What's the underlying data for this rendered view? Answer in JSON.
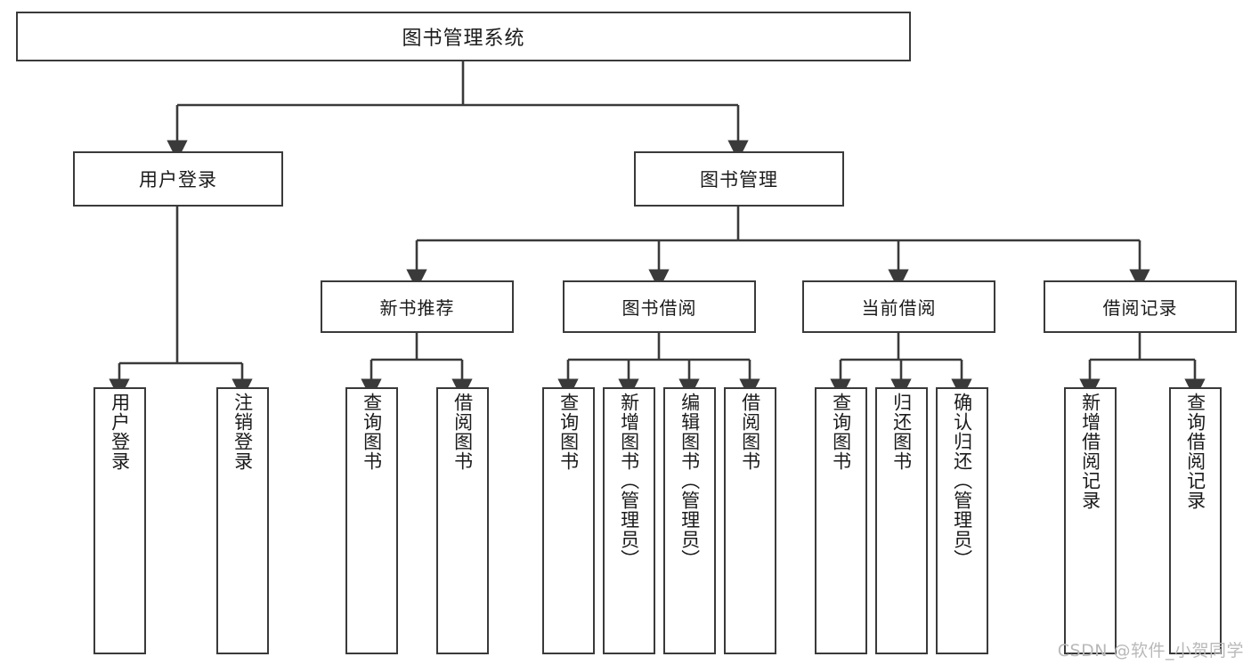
{
  "diagram": {
    "title": "图书管理系统",
    "watermark": "CSDN @软件_小贺同学",
    "line_color": "#3a3a3a",
    "box_fill": "#ffffff",
    "text_color": "#1b1b1b",
    "watermark_color": "#b9b9b9"
  },
  "root": {
    "label": "图书管理系统"
  },
  "level2": [
    {
      "label": "用户登录"
    },
    {
      "label": "图书管理"
    }
  ],
  "level3": [
    {
      "label": "新书推荐"
    },
    {
      "label": "图书借阅"
    },
    {
      "label": "当前借阅"
    },
    {
      "label": "借阅记录"
    }
  ],
  "leaves": {
    "user_login": [
      {
        "label": "用户登录"
      },
      {
        "label": "注销登录"
      }
    ],
    "new_book_recommend": [
      {
        "label": "查询图书"
      },
      {
        "label": "借阅图书"
      }
    ],
    "book_borrow": [
      {
        "label": "查询图书"
      },
      {
        "label": "新增图书（管理员）"
      },
      {
        "label": "编辑图书（管理员）"
      },
      {
        "label": "借阅图书"
      }
    ],
    "current_borrow": [
      {
        "label": "查询图书"
      },
      {
        "label": "归还图书"
      },
      {
        "label": "确认归还（管理员）"
      }
    ],
    "borrow_record": [
      {
        "label": "新增借阅记录"
      },
      {
        "label": "查询借阅记录"
      }
    ]
  }
}
